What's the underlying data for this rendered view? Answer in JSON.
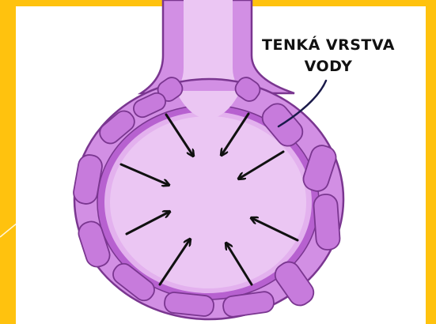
{
  "colors": {
    "background": "#FFC20E",
    "panel": "#FFFFFF",
    "tissue": "#D28FE4",
    "tissue_dark": "#B761D0",
    "lumen": "#EBC6F3",
    "outline": "#7A3690",
    "arrow": "#111111"
  },
  "callout": {
    "line1": "TENKÁ VRSTVA",
    "line2": "VODY"
  },
  "icons": [
    "alveolus-illustration",
    "inward-arrow-icon",
    "callout-pointer-icon"
  ]
}
